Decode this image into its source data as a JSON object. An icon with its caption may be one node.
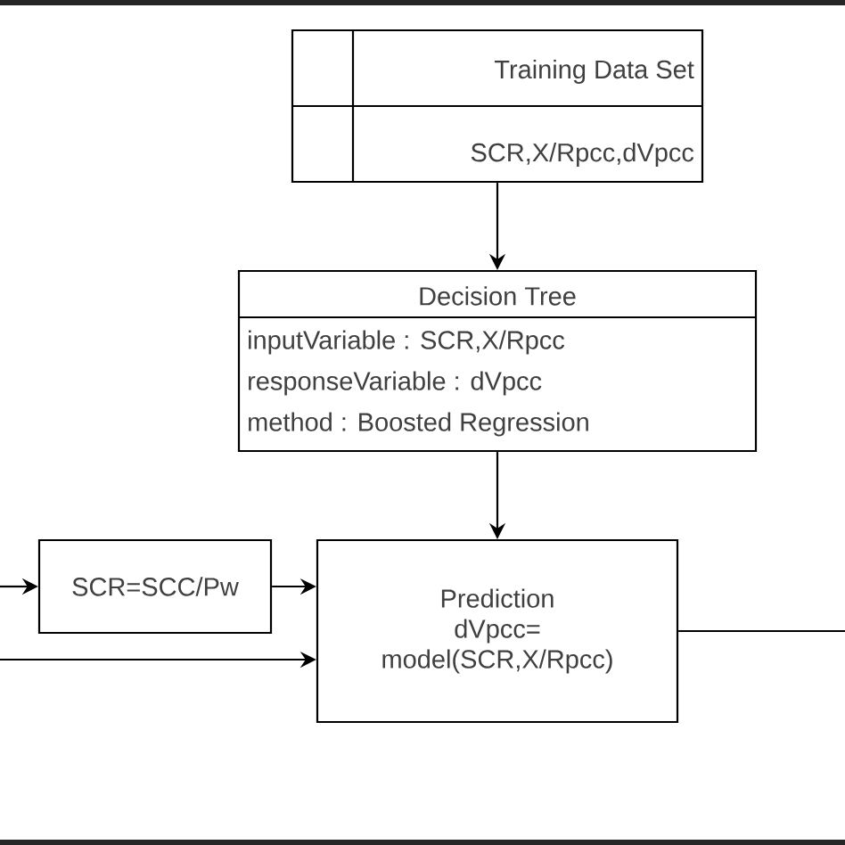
{
  "diagram": {
    "nodes": [
      {
        "text": [
          "Training Data Set",
          "SCR,X/Rpcc,dVpcc"
        ]
      },
      {
        "text": [
          "Decision Tree",
          "inputVariable : SCR,X/Rpcc",
          "responseVariable : dVpcc",
          "method : Boosted Regression"
        ]
      },
      {
        "text": [
          "Prediction",
          "dVpcc= model(SCR,X/Rpcc)"
        ]
      },
      {
        "text": [
          "SCR=SCC/Pw"
        ]
      }
    ],
    "edges": [
      {
        "from": 0,
        "to": 1,
        "arrow": "to"
      },
      {
        "from": 1,
        "to": 2,
        "arrow": "to"
      },
      {
        "from": null,
        "to": 3,
        "arrow": "to"
      },
      {
        "from": 3,
        "to": 2,
        "arrow": "to"
      },
      {
        "from": null,
        "to": 2,
        "arrow": "to"
      },
      {
        "from": 2,
        "to": null,
        "arrow": "none"
      }
    ]
  }
}
